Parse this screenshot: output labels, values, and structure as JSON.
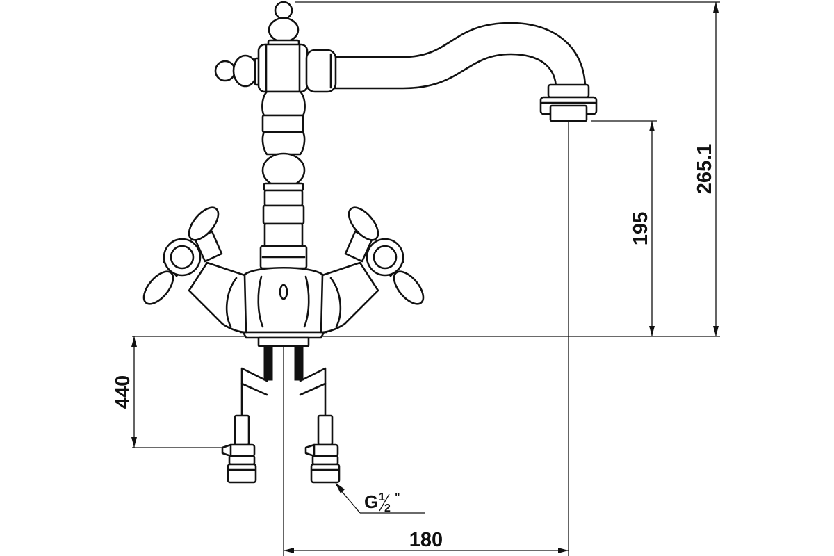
{
  "dimensions": {
    "total_height": "265.1",
    "spout_height": "195",
    "hose_length": "440",
    "spout_reach": "180"
  },
  "thread_label": {
    "prefix": "G",
    "numerator": "1",
    "denominator": "2",
    "inch_mark": "\""
  },
  "icons": {
    "faucet": "mixer-tap-icon",
    "handle_left": "cross-handle-icon",
    "handle_right": "cross-handle-icon"
  },
  "colors": {
    "line": "#111111",
    "background": "#ffffff"
  }
}
